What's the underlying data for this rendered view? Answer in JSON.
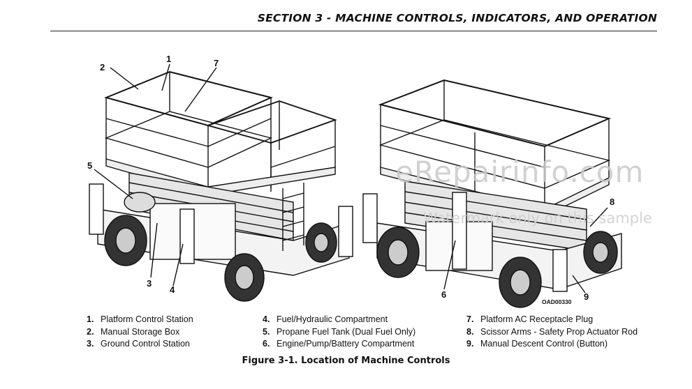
{
  "header": {
    "title": "SECTION 3 - MACHINE CONTROLS, INDICATORS, AND OPERATION"
  },
  "watermark": {
    "main": "eRepairinfo.com",
    "sub": "Watermark only on this sample"
  },
  "figure": {
    "code": "OAD00330",
    "callouts": [
      "1",
      "2",
      "3",
      "4",
      "5",
      "6",
      "7",
      "8",
      "9"
    ],
    "caption": "Figure 3-1. Location of Machine Controls"
  },
  "legend": {
    "col1": [
      {
        "num": "1.",
        "label": "Platform Control Station"
      },
      {
        "num": "2.",
        "label": "Manual Storage Box"
      },
      {
        "num": "3.",
        "label": "Ground Control Station"
      }
    ],
    "col2": [
      {
        "num": "4.",
        "label": "Fuel/Hydraulic Compartment"
      },
      {
        "num": "5.",
        "label": "Propane Fuel Tank (Dual Fuel Only)"
      },
      {
        "num": "6.",
        "label": "Engine/Pump/Battery Compartment"
      }
    ],
    "col3": [
      {
        "num": "7.",
        "label": "Platform AC Receptacle Plug"
      },
      {
        "num": "8.",
        "label": "Scissor Arms - Safety Prop Actuator Rod"
      },
      {
        "num": "9.",
        "label": "Manual Descent Control (Button)"
      }
    ]
  }
}
